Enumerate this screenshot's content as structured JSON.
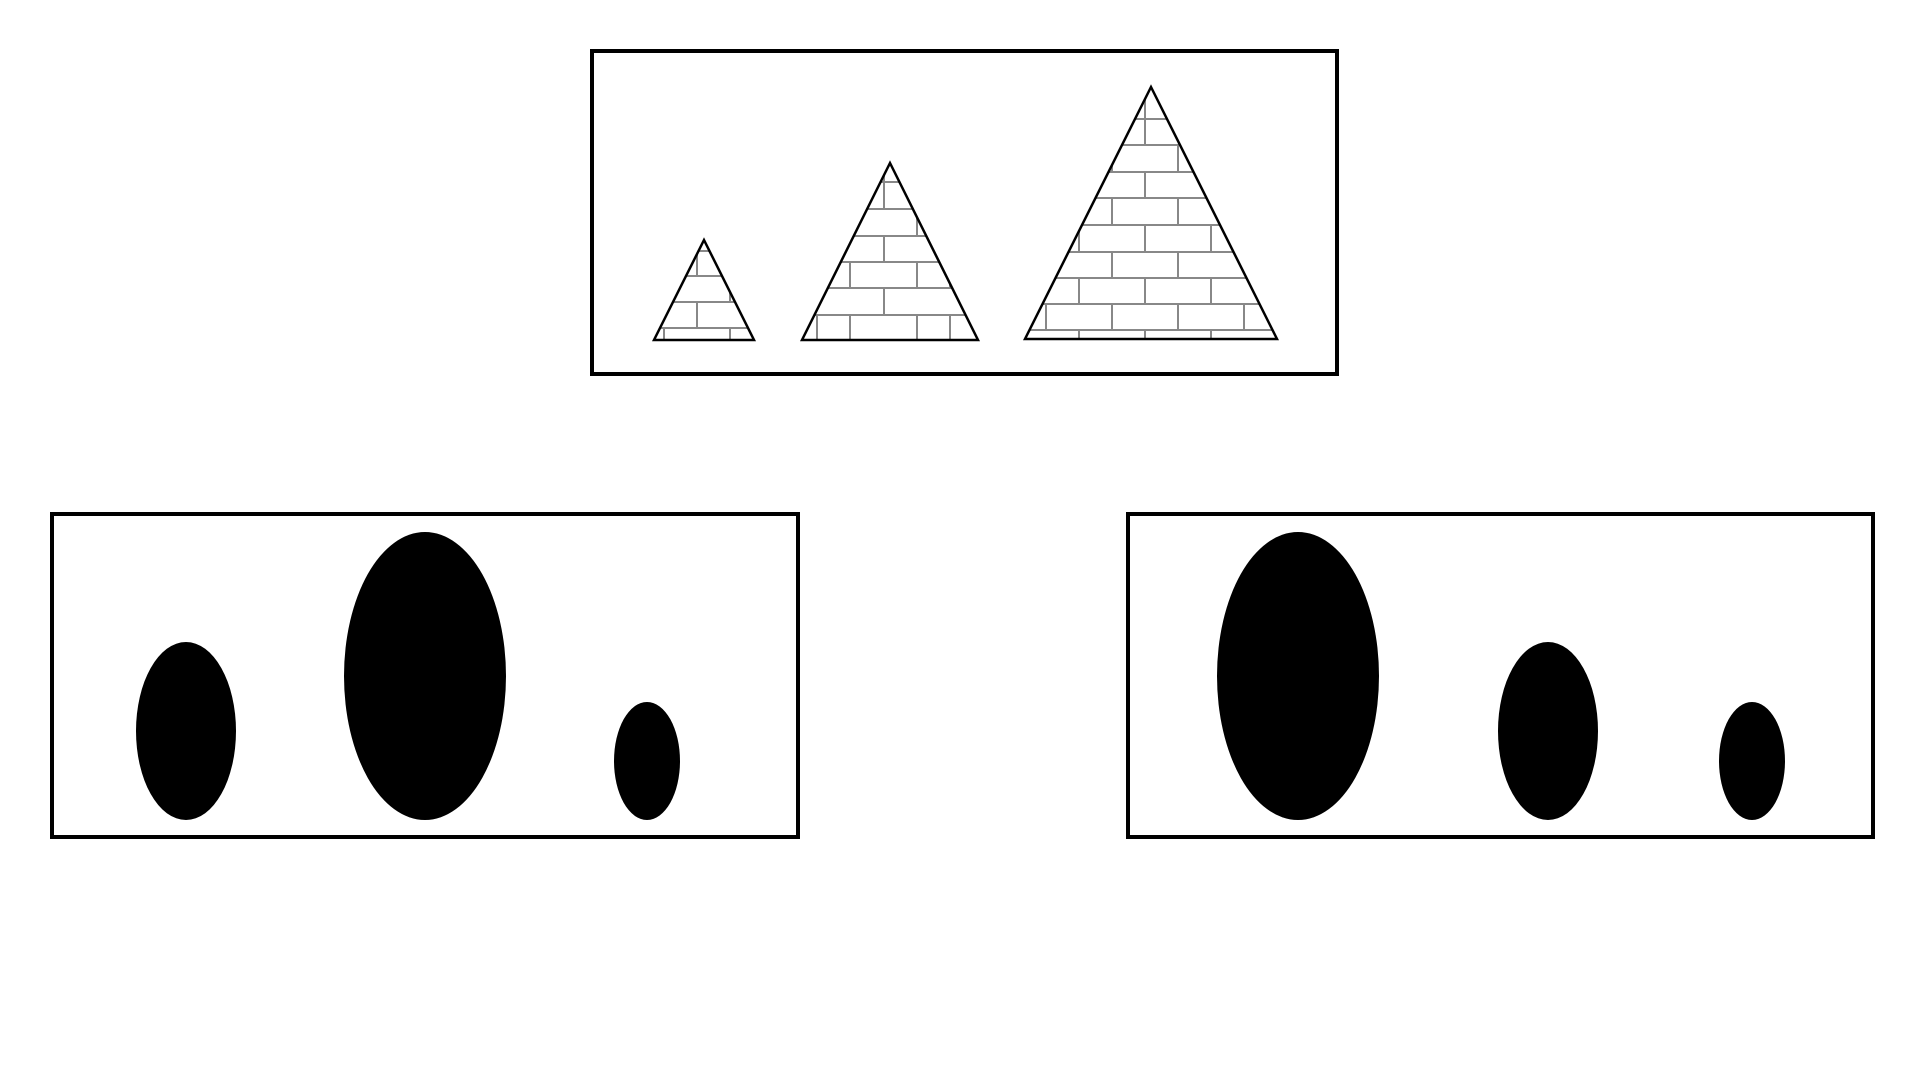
{
  "colors": {
    "background": "#ffffff",
    "frame_stroke": "#000000",
    "pyramid_outline": "#000000",
    "brick_line": "#888888",
    "ellipse_fill": "#000000"
  },
  "question_panel": {
    "shape": "pyramid",
    "pyramid_sizes": [
      "small",
      "medium",
      "large"
    ]
  },
  "options": [
    {
      "id": "option-left",
      "ellipse_sizes": [
        "medium",
        "large",
        "small"
      ]
    },
    {
      "id": "option-right",
      "ellipse_sizes": [
        "large",
        "medium",
        "small"
      ]
    }
  ]
}
